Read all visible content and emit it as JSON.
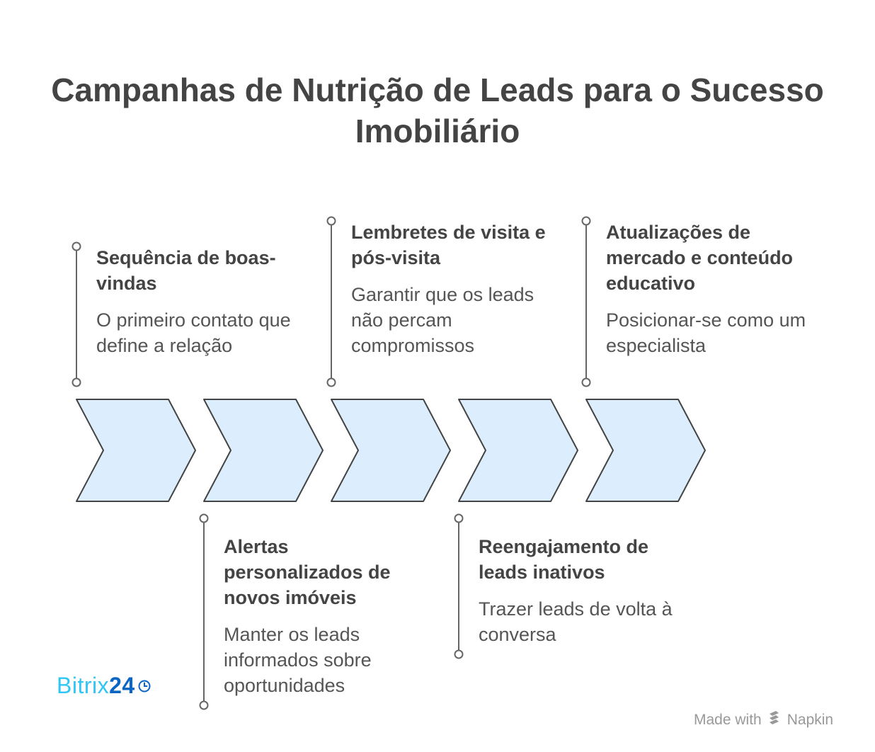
{
  "title": "Campanhas de Nutrição de Leads para o Sucesso Imobiliário",
  "steps": [
    {
      "title": "Sequência de boas-vindas",
      "description": "O primeiro contato que define a relação",
      "position": "top"
    },
    {
      "title": "Alertas personalizados de novos imóveis",
      "description": "Manter os leads informados sobre oportunidades",
      "position": "bottom"
    },
    {
      "title": "Lembretes de visita e pós-visita",
      "description": "Garantir que os leads não percam compromissos",
      "position": "top"
    },
    {
      "title": "Reengajamento de leads inativos",
      "description": "Trazer leads de volta à conversa",
      "position": "bottom"
    },
    {
      "title": "Atualizações de mercado e conteúdo educativo",
      "description": "Posicionar-se como um especialista",
      "position": "top"
    }
  ],
  "colors": {
    "chevron_fill": "#dceefe",
    "chevron_stroke": "#444444",
    "connector": "#666666",
    "text": "#444444",
    "bitrix_light": "#2fc6f6",
    "bitrix_dark": "#0b66c3",
    "watermark": "#999999"
  },
  "branding": {
    "bitrix_part1": "Bitrix",
    "bitrix_part2": "24",
    "made_with": "Made with",
    "napkin": "Napkin"
  },
  "icons": {
    "bitrix_clock": "clock-icon",
    "napkin_logo": "napkin-logo-icon"
  }
}
